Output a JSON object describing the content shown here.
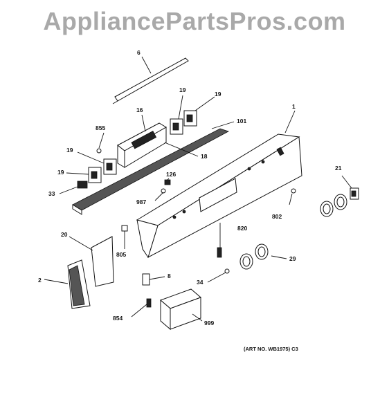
{
  "watermark": "AppliancePartsPros.com",
  "art_number": "(ART NO. WB1975) C3",
  "callouts": {
    "c6": "6",
    "c19a": "19",
    "c19b": "19",
    "c16": "16",
    "c1": "1",
    "c855": "855",
    "c101": "101",
    "c19c": "19",
    "c18": "18",
    "c19d": "19",
    "c126": "126",
    "c21": "21",
    "c33": "33",
    "c987": "987",
    "c802": "802",
    "c20": "20",
    "c805": "805",
    "c820": "820",
    "c2": "2",
    "c8": "8",
    "c29": "29",
    "c34": "34",
    "c854": "854",
    "c999": "999"
  }
}
